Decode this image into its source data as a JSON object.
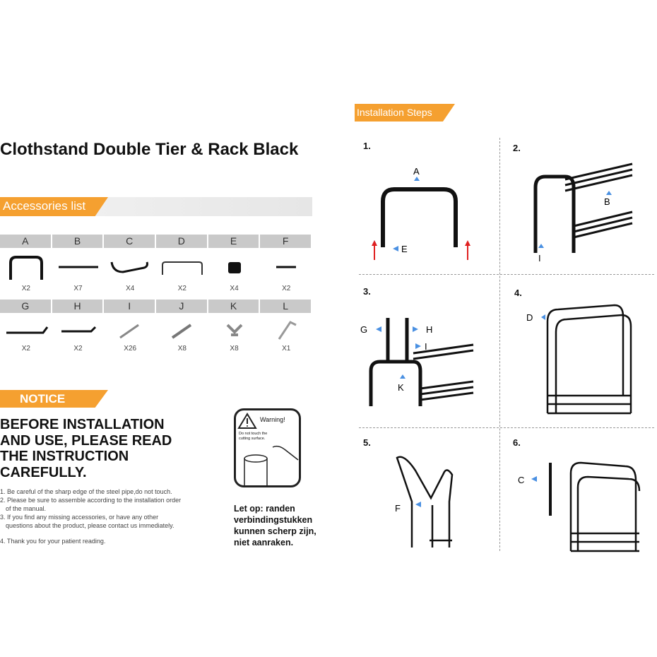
{
  "title": "Clothstand Double Tier & Rack Black",
  "accessories": {
    "heading": "Accessories list",
    "row1": [
      {
        "letter": "A",
        "qty": "X2"
      },
      {
        "letter": "B",
        "qty": "X7"
      },
      {
        "letter": "C",
        "qty": "X4"
      },
      {
        "letter": "D",
        "qty": "X2"
      },
      {
        "letter": "E",
        "qty": "X4"
      },
      {
        "letter": "F",
        "qty": "X2"
      }
    ],
    "row2": [
      {
        "letter": "G",
        "qty": "X2"
      },
      {
        "letter": "H",
        "qty": "X2"
      },
      {
        "letter": "I",
        "qty": "X26"
      },
      {
        "letter": "J",
        "qty": "X8"
      },
      {
        "letter": "K",
        "qty": "X8"
      },
      {
        "letter": "L",
        "qty": "X1"
      }
    ]
  },
  "notice": {
    "heading": "NOTICE",
    "before": [
      "BEFORE INSTALLATION",
      "AND USE, PLEASE READ",
      "THE INSTRUCTION",
      "CAREFULLY."
    ],
    "notes": [
      "1. Be careful of the sharp edge of the steel pipe,do not touch.",
      "2. Please be sure to assemble according to the installation order of the manual.",
      "3. If you find any missing accessories, or have any other questions about the product, please contact us immediately.",
      "4. Thank you for your patient reading."
    ]
  },
  "warning": {
    "title": "Warning!",
    "text1": "Do not touch the",
    "text2": "cutting surface.",
    "dutch": [
      "Let op: randen",
      "verbindingstukken",
      "kunnen scherp zijn,",
      "niet aanraken."
    ]
  },
  "steps": {
    "heading": "Installation Steps",
    "numbers": [
      "1.",
      "2.",
      "3.",
      "4.",
      "5.",
      "6."
    ],
    "labels": {
      "s1": [
        "A",
        "E"
      ],
      "s2": [
        "B",
        "I"
      ],
      "s3": [
        "G",
        "H",
        "I",
        "K"
      ],
      "s4": [
        "D"
      ],
      "s5": [
        "F"
      ],
      "s6": [
        "C"
      ]
    }
  },
  "colors": {
    "orange": "#f5a030",
    "arrow_blue": "#4a90e2",
    "arrow_red": "#e02020"
  }
}
